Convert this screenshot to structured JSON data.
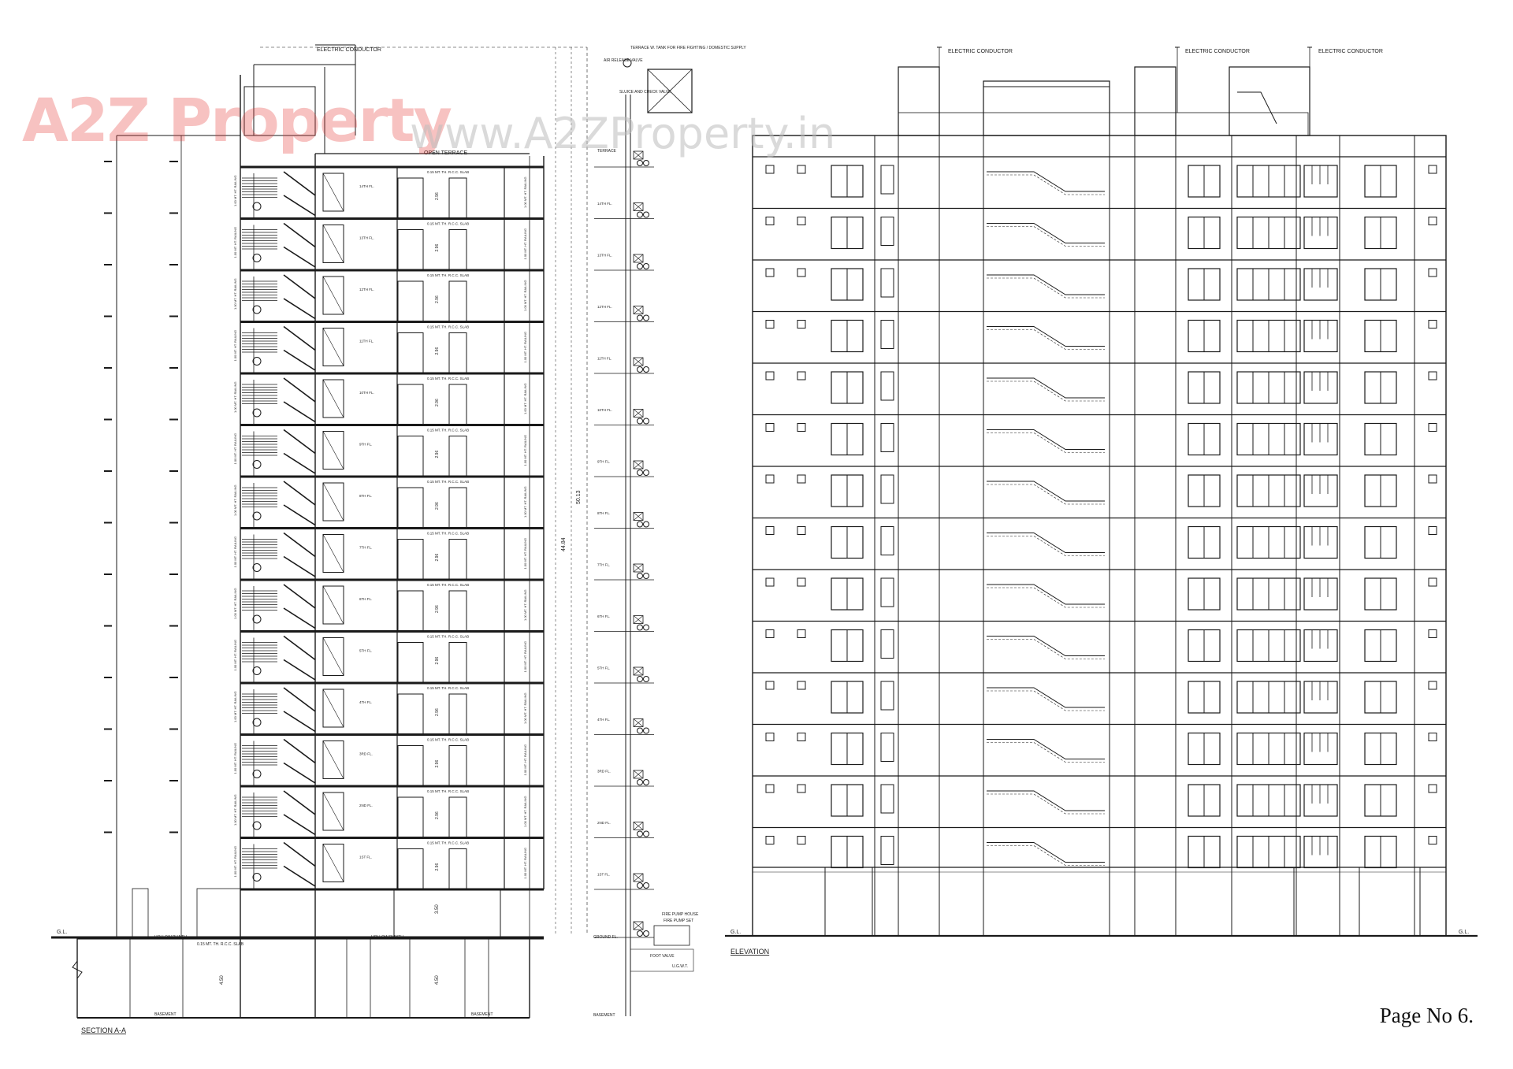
{
  "sheet": {
    "page_label": "Page No 6.",
    "watermark": {
      "logo_text": "A2Z Property",
      "url_text": "www.A2ZProperty.in"
    }
  },
  "section": {
    "title": "SECTION A-A",
    "top_label": "ELECTRIC CONDUCTOR",
    "terrace_label": "OPEN TERRACE",
    "slab_note": "0.15 MT. TH. R.C.C. SLAB",
    "ground_label": "G.L.",
    "basement_label": "BASEMENT",
    "hollow_plinth": "HOLLOW PLINTH",
    "floor_height": "2.96",
    "overall_height": "44.84",
    "total_height": "50.13",
    "basement_height": "4.50",
    "ground_height": "3.50",
    "floors": [
      "14TH FL.",
      "13TH FL.",
      "12TH FL.",
      "11TH FL.",
      "10TH FL.",
      "9TH FL.",
      "8TH FL.",
      "7TH FL.",
      "6TH FL.",
      "5TH FL.",
      "4TH FL.",
      "3RD FL.",
      "2ND FL.",
      "1ST FL."
    ]
  },
  "riser": {
    "tank_label": "TERRACE W. TANK FOR FIRE FIGHTING / DOMESTIC SUPPLY",
    "air_valve": "AIR RELEASE VALVE",
    "sluice_valve": "SLUICE AND CHECK VALVE",
    "terrace_fl": "TERRACE",
    "ground_fl": "GROUND FL.",
    "basement_fl": "BASEMENT",
    "pump_house": "FIRE PUMP HOUSE",
    "pump_set": "FIRE PUMP SET",
    "foot_valve": "FOOT VALVE",
    "ugwt": "U.G.W.T."
  },
  "elevation": {
    "title": "ELEVATION",
    "conductor_labels": [
      "ELECTRIC CONDUCTOR",
      "ELECTRIC CONDUCTOR",
      "ELECTRIC CONDUCTOR"
    ],
    "ground_label_left": "G.L.",
    "ground_label_right": "G.L.",
    "storeys": 14
  }
}
